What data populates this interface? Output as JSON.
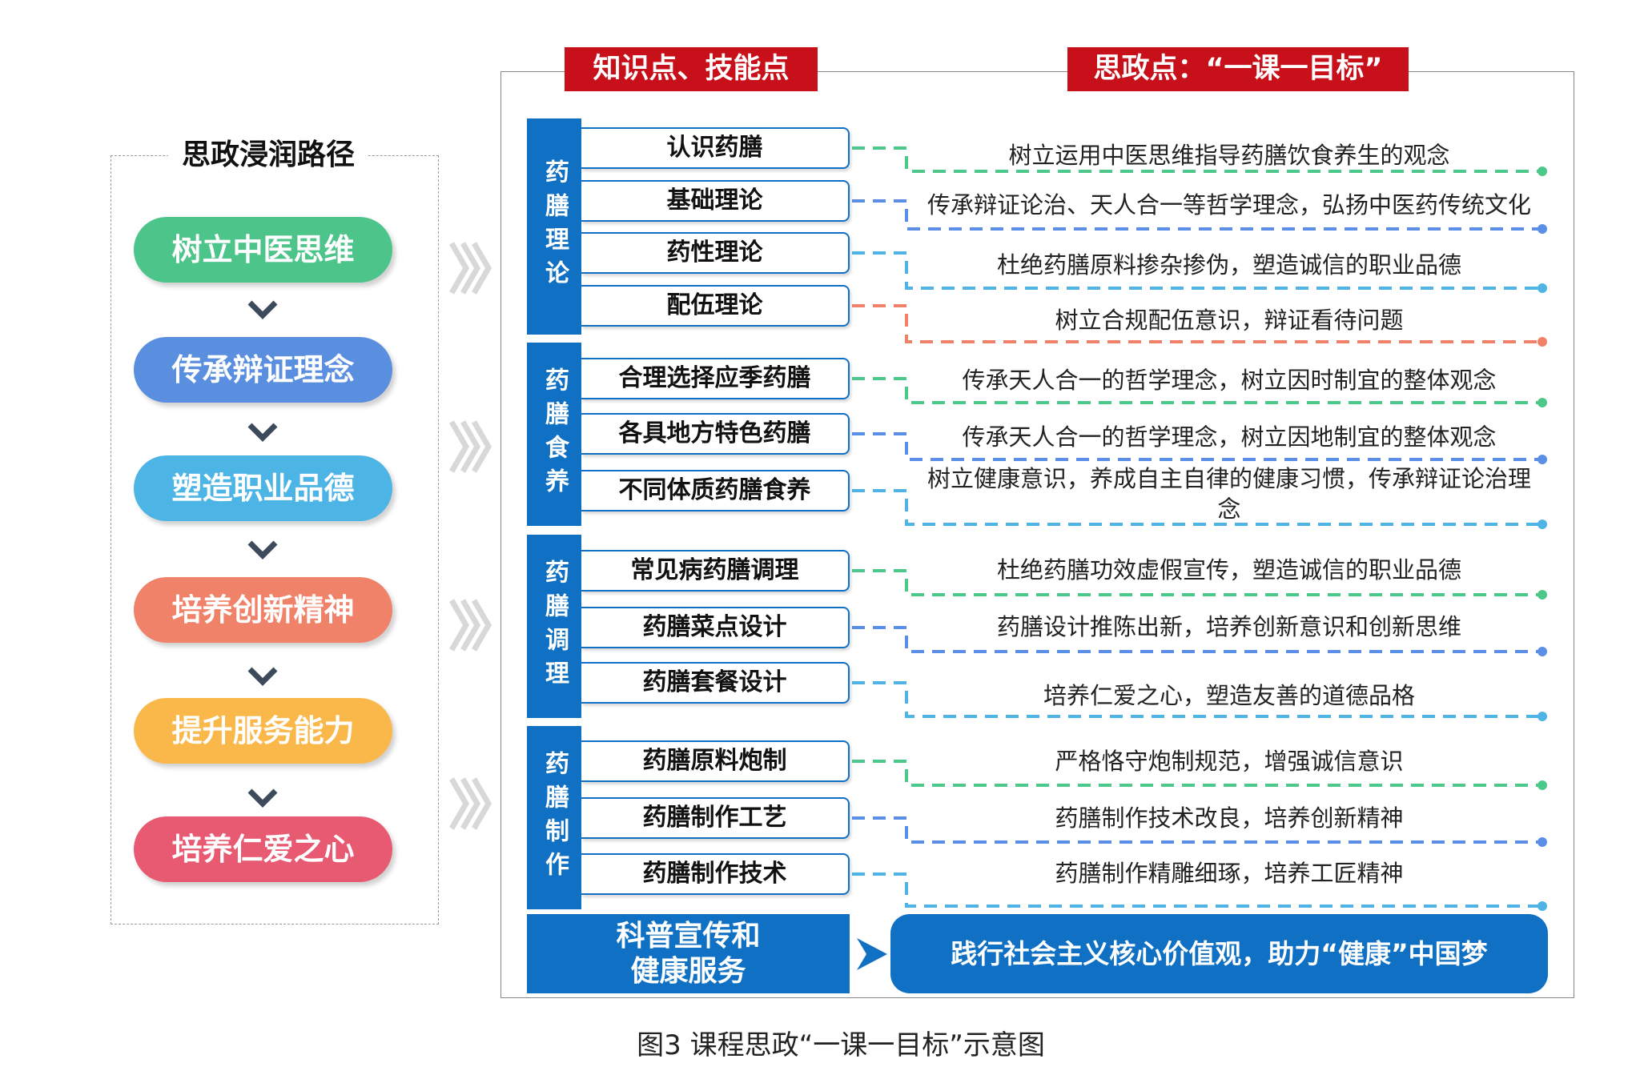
{
  "left_panel": {
    "title": "思政浸润路径",
    "steps": [
      {
        "label": "树立中医思维",
        "color": "#4cc48a"
      },
      {
        "label": "传承辩证理念",
        "color": "#5a8fe0"
      },
      {
        "label": "塑造职业品德",
        "color": "#4db5e6"
      },
      {
        "label": "培养创新精神",
        "color": "#f0826a"
      },
      {
        "label": "提升服务能力",
        "color": "#fbb84a"
      },
      {
        "label": "培养仁爱之心",
        "color": "#e85a72"
      }
    ]
  },
  "headers": {
    "knowledge": "知识点、技能点",
    "ideology": "思政点：“一课一目标”"
  },
  "categories": [
    {
      "label": "药膳理论",
      "items": [
        "认识药膳",
        "基础理论",
        "药性理论",
        "配伍理论"
      ]
    },
    {
      "label": "药膳食养",
      "items": [
        "合理选择应季药膳",
        "各具地方特色药膳",
        "不同体质药膳食养"
      ]
    },
    {
      "label": "药膳调理",
      "items": [
        "常见病药膳调理",
        "药膳菜点设计",
        "药膳套餐设计"
      ]
    },
    {
      "label": "药膳制作",
      "items": [
        "药膳原料炮制",
        "药膳制作工艺",
        "药膳制作技术"
      ]
    }
  ],
  "goals": [
    {
      "text": "树立运用中医思维指导药膳饮食养生的观念",
      "color": "#4cc98a"
    },
    {
      "text": "传承辩证论治、天人合一等哲学理念，弘扬中医药传统文化",
      "color": "#5b8ee6"
    },
    {
      "text": "杜绝药膳原料掺杂掺伪，塑造诚信的职业品德",
      "color": "#4fb3e6"
    },
    {
      "text": "树立合规配伍意识，辩证看待问题",
      "color": "#f0826a"
    },
    {
      "text": "传承天人合一的哲学理念，树立因时制宜的整体观念",
      "color": "#4cc98a"
    },
    {
      "text": "传承天人合一的哲学理念，树立因地制宜的整体观念",
      "color": "#5b8ee6"
    },
    {
      "text": "树立健康意识，养成自主自律的健康习惯，传承辩证论治理念",
      "color": "#4fb3e6"
    },
    {
      "text": "杜绝药膳功效虚假宣传，塑造诚信的职业品德",
      "color": "#4cc98a"
    },
    {
      "text": "药膳设计推陈出新，培养创新意识和创新思维",
      "color": "#5b8ee6"
    },
    {
      "text": "培养仁爱之心，塑造友善的道德品格",
      "color": "#4fb3e6"
    },
    {
      "text": "严格恪守炮制规范，增强诚信意识",
      "color": "#4cc98a"
    },
    {
      "text": "药膳制作技术改良，培养创新精神",
      "color": "#5b8ee6"
    },
    {
      "text": "药膳制作精雕细琢，培养工匠精神",
      "color": "#4fb3e6"
    }
  ],
  "service": {
    "line1": "科普宣传和",
    "line2": "健康服务"
  },
  "final_goal": "践行社会主义核心价值观，助力“健康”中国梦",
  "caption": "图3 课程思政“一课一目标”示意图",
  "colors": {
    "primary": "#1071c4",
    "header_red": "#c8101a"
  }
}
